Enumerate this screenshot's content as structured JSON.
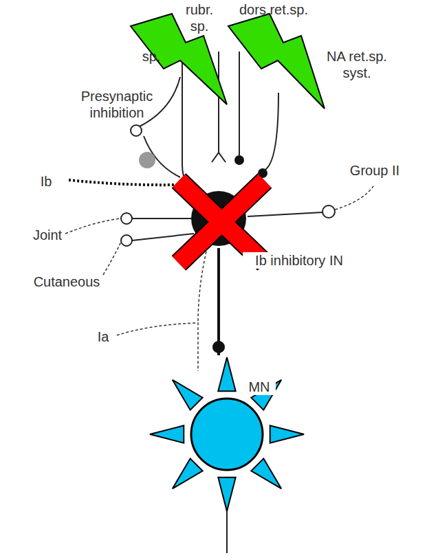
{
  "diagram": {
    "nodes": [
      {
        "text": [
          "Ib inhibitory IN"
        ]
      },
      {
        "text": [
          "MN"
        ]
      }
    ],
    "edges": [
      {
        "from": 0,
        "to": 1,
        "arrow": "none"
      }
    ],
    "labels": [
      "rubr. sp.",
      "dors.ret.sp.",
      "sp.",
      "NA ret.sp. syst.",
      "Presynaptic inhibition",
      "Ib",
      "Joint",
      "Cutaneous",
      "Group II",
      "Ia"
    ]
  }
}
